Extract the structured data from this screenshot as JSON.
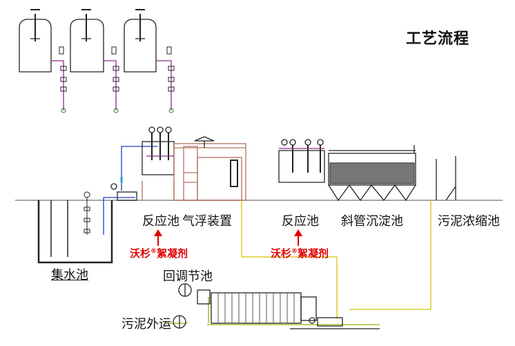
{
  "title": "工艺流程",
  "labels": {
    "reaction_tank_1": "反应池",
    "air_flotation": "气浮装置",
    "reaction_tank_2": "反应池",
    "inclined_tube_sedimentation": "斜管沉淀池",
    "sludge_thickening": "污泥浓缩池",
    "collection_tank": "集水池",
    "return_regulating": "回调节池",
    "sludge_transport": "污泥外运"
  },
  "flocculant_1": {
    "brand": "沃杉",
    "mark": "®",
    "product": "絮凝剂"
  },
  "flocculant_2": {
    "brand": "沃杉",
    "mark": "®",
    "product": "絮凝剂"
  },
  "colors": {
    "line": "#222222",
    "red_text": "#e00000",
    "chem_line": "#8b2c8b",
    "water_line": "#1f3fbf",
    "sludge_line": "#d4c200",
    "sludge_line2": "#8ab800",
    "dosing": "#2a8a2a",
    "structure": "#b07060",
    "ground": "#888888"
  }
}
